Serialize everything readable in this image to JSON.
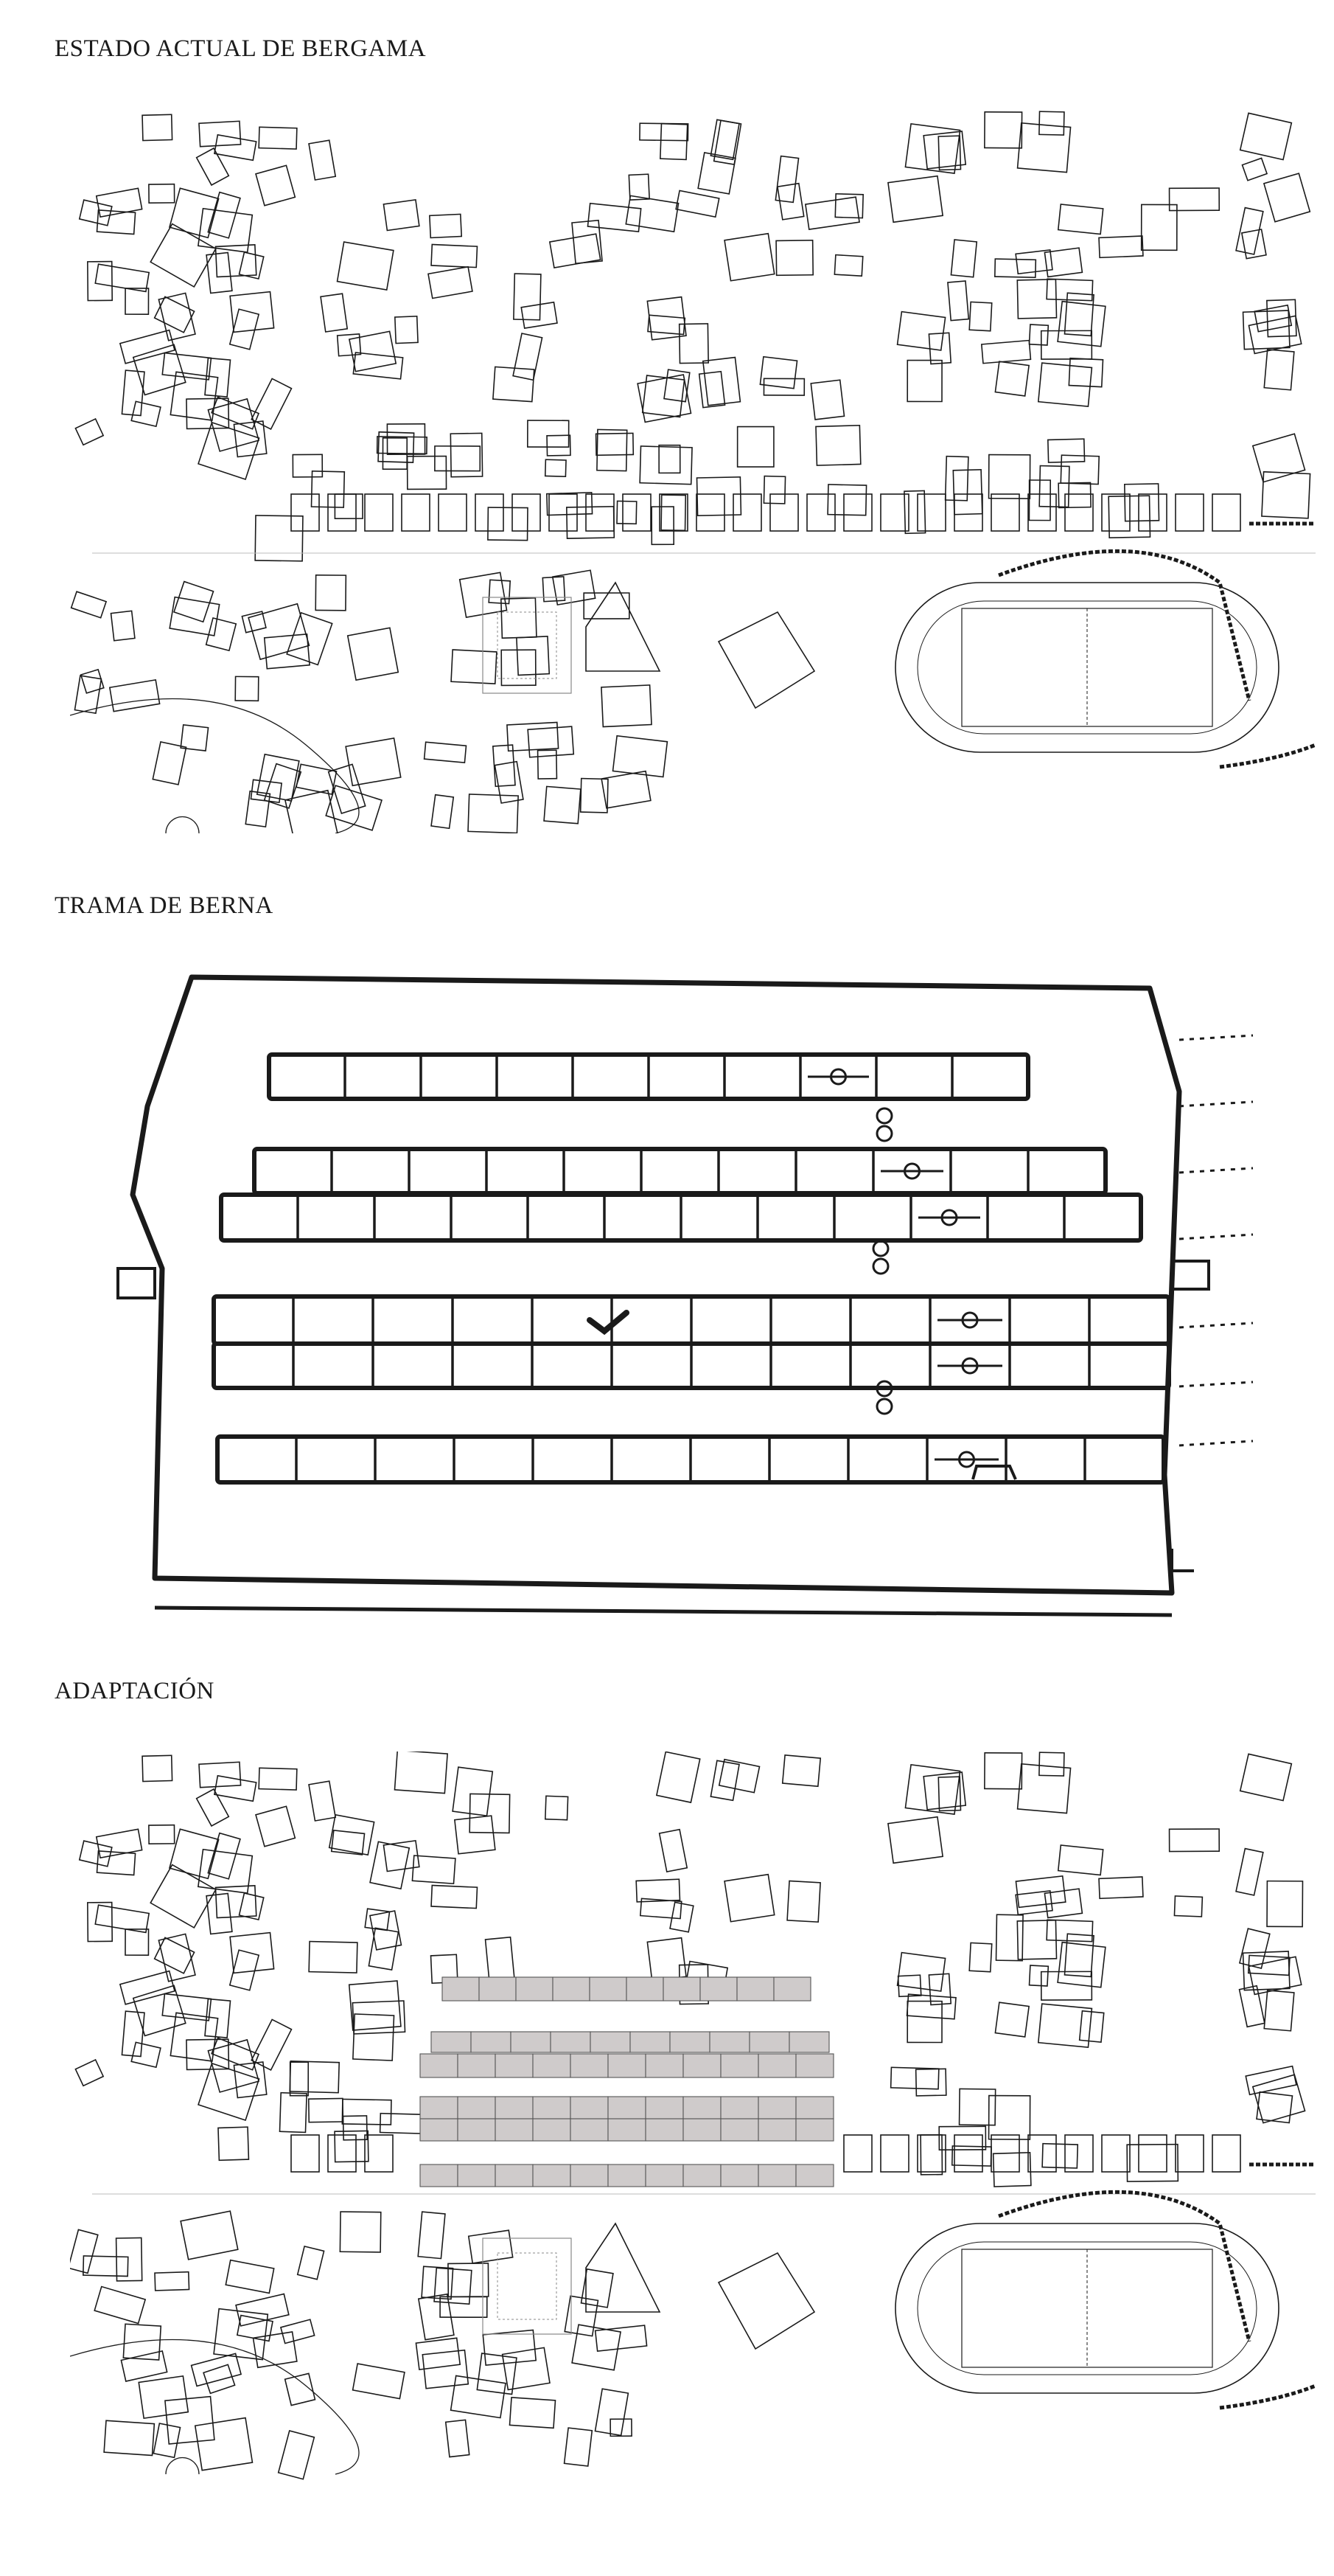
{
  "sections": {
    "current": {
      "title": "ESTADO ACTUAL DE BERGAMA"
    },
    "grid": {
      "title": "TRAMA DE BERNA"
    },
    "adaptation": {
      "title": "ADAPTACIÓN"
    }
  },
  "colors": {
    "ink": "#1a1a1a",
    "block_fill": "#cfcbcb",
    "background": "#ffffff"
  }
}
